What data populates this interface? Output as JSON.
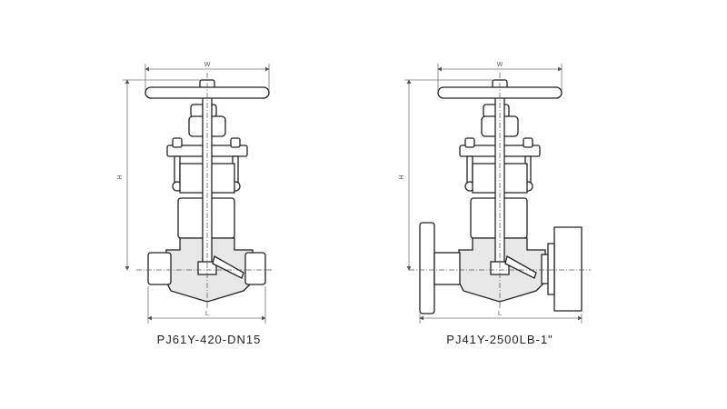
{
  "valves": [
    {
      "model": "PJ61Y-420-DN15",
      "dims": {
        "width": "W",
        "height": "H",
        "length": "L"
      },
      "end_type": "socket-weld"
    },
    {
      "model": "PJ41Y-2500LB-1\"",
      "dims": {
        "width": "W",
        "height": "H",
        "length": "L"
      },
      "end_type": "flanged"
    }
  ]
}
